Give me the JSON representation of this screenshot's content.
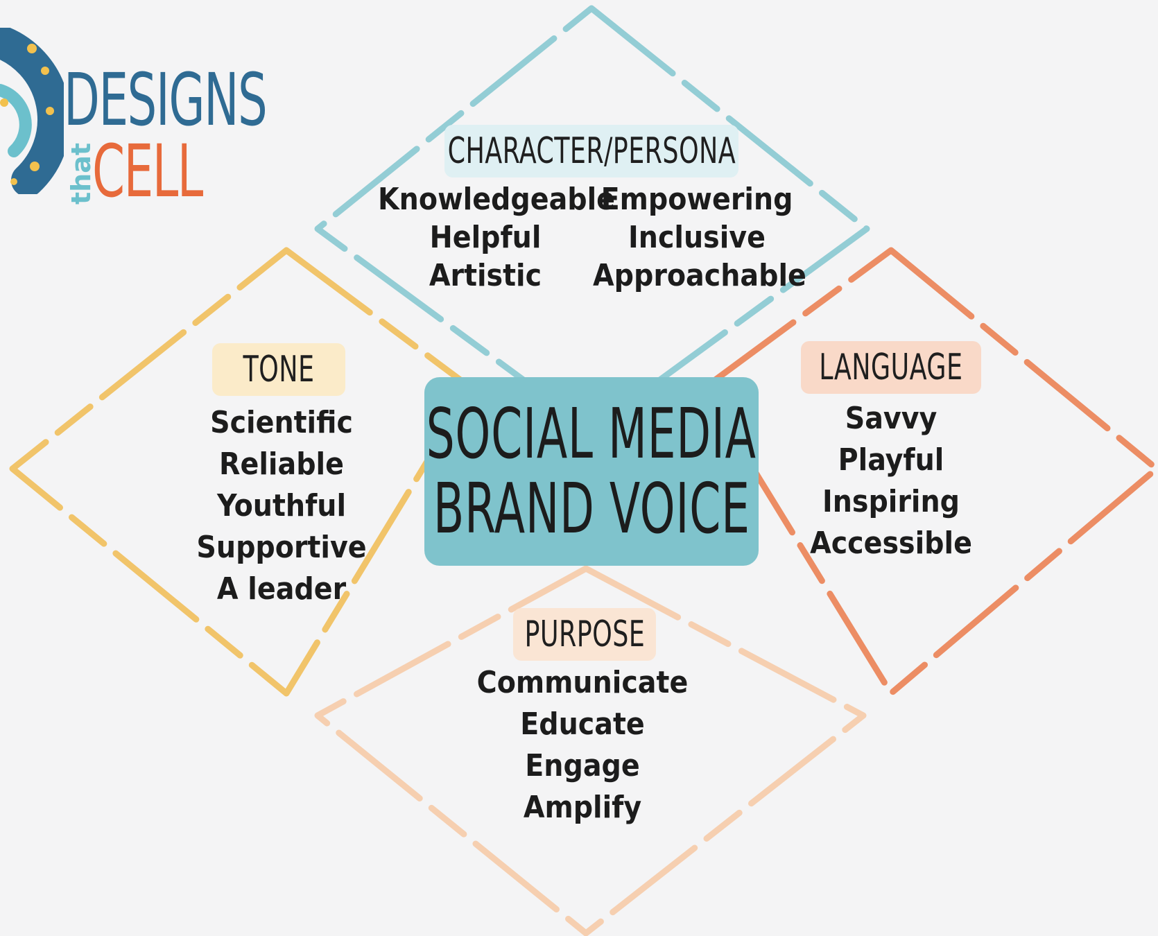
{
  "logo": {
    "line1": "DESIGNS",
    "small": "that",
    "line2": "CELL",
    "colors": {
      "navy": "#2f6b93",
      "orange": "#e76a3b",
      "teal": "#6cc0cc",
      "yellow": "#f2c14e"
    }
  },
  "diagram": {
    "center": {
      "line1": "SOCIAL MEDIA",
      "line2": "BRAND VOICE",
      "color": "#7fc3cc"
    },
    "sections": {
      "character": {
        "title": "CHARACTER/PERSONA",
        "color": "#93cdd5",
        "tag_color": "#dff0f3",
        "left_items": [
          "Knowledgeable",
          "Helpful",
          "Artistic"
        ],
        "right_items": [
          "Empowering",
          "Inclusive",
          "Approachable"
        ]
      },
      "tone": {
        "title": "TONE",
        "color": "#f1c46a",
        "tag_color": "#fbebc9",
        "items": [
          "Scientific",
          "Reliable",
          "Youthful",
          "Supportive",
          "A leader"
        ]
      },
      "language": {
        "title": "LANGUAGE",
        "color": "#ec8d64",
        "tag_color": "#f9d9c8",
        "items": [
          "Savvy",
          "Playful",
          "Inspiring",
          "Accessible"
        ]
      },
      "purpose": {
        "title": "PURPOSE",
        "color": "#f6cfb0",
        "tag_color": "#fae5d4",
        "items": [
          "Communicate",
          "Educate",
          "Engage",
          "Amplify"
        ]
      }
    }
  }
}
